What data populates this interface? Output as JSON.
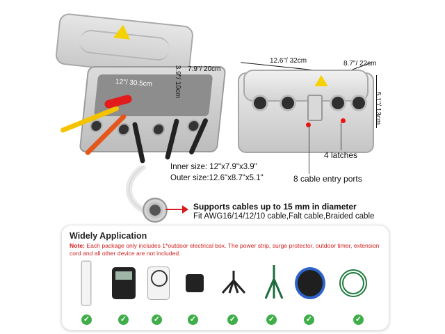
{
  "dimensions": {
    "closed_length": "12.6\"/ 32cm",
    "closed_width": "8.7\"/ 22cm",
    "closed_height": "5.1\"/ 13cm",
    "open_inner_length": "12\"/ 30.5cm",
    "open_inner_width": "7.9\"/ 20cm",
    "open_inner_height": "3.9\"/ 10cm"
  },
  "sizes": {
    "inner": "Inner size: 12\"x7.9\"x3.9\"",
    "outer": "Outer size:12.6\"x8.7\"x5.1\""
  },
  "callouts": {
    "latches": "4 latches",
    "ports": "8 cable entry ports"
  },
  "support": {
    "title": "Supports cables up to 15 mm in diameter",
    "subtitle": "Fit AWG16/14/12/10 cable,Falt cable,Braided cable"
  },
  "application": {
    "title": "Widely Application",
    "note_label": "Note:",
    "note_text": " Each package only includes 1*outdoor electrical box. The power strip, surge protector, outdoor timer, extension cord and all other device are not included.",
    "devices": [
      {
        "icon": "power-strip-icon"
      },
      {
        "icon": "digital-timer-icon"
      },
      {
        "icon": "mechanical-timer-icon"
      },
      {
        "icon": "plug-in-timer-icon"
      },
      {
        "icon": "splitter-cord-icon"
      },
      {
        "icon": "green-extension-cord-icon"
      },
      {
        "icon": "cord-reel-icon"
      },
      {
        "icon": "coiled-cord-icon"
      }
    ],
    "check_icon": "check-icon"
  },
  "colors": {
    "check": "#3fae49",
    "note": "#d11d1d",
    "warning": "#f6d100",
    "accent_red": "#e11111"
  }
}
